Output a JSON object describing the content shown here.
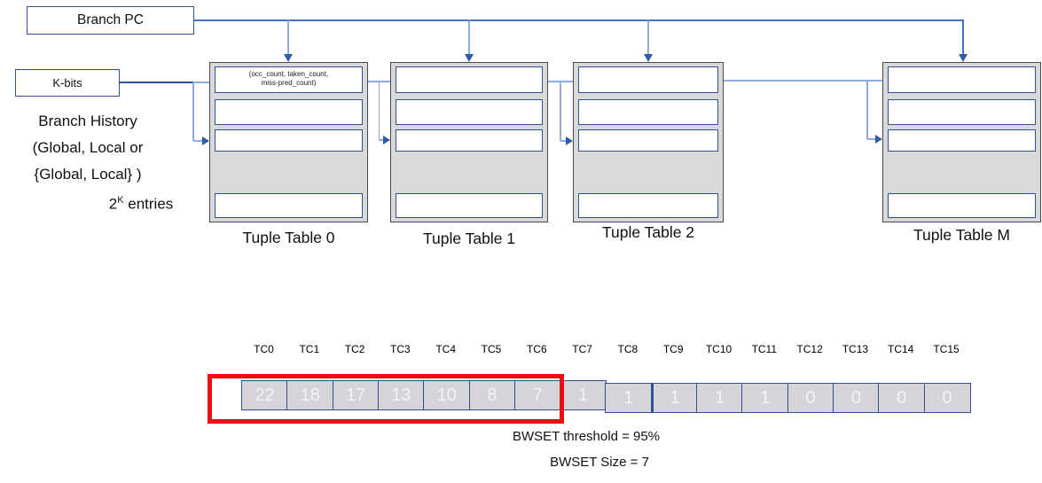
{
  "boxes": {
    "branch_pc": "Branch PC",
    "k_bits": "K-bits"
  },
  "left_labels": {
    "history_line1": "Branch History",
    "history_line2": "(Global, Local or",
    "history_line3": "{Global, Local} )",
    "entries_base": "2",
    "entries_exp": "K",
    "entries_suffix": " entries"
  },
  "tuple_tables": [
    {
      "label": "Tuple Table 0",
      "first_row_line1": "(occ_count, taken_count,",
      "first_row_line2": "miss-pred_count)"
    },
    {
      "label": "Tuple Table 1",
      "first_row_line1": "",
      "first_row_line2": ""
    },
    {
      "label": "Tuple Table 2",
      "first_row_line1": "",
      "first_row_line2": ""
    },
    {
      "label": "Tuple Table M",
      "first_row_line1": "",
      "first_row_line2": ""
    }
  ],
  "tc_strip": {
    "labels": [
      "TC0",
      "TC1",
      "TC2",
      "TC3",
      "TC4",
      "TC5",
      "TC6",
      "TC7",
      "TC8",
      "TC9",
      "TC10",
      "TC11",
      "TC12",
      "TC13",
      "TC14",
      "TC15"
    ],
    "values": [
      "22",
      "18",
      "17",
      "13",
      "10",
      "8",
      "7",
      "1",
      "1",
      "1",
      "1",
      "1",
      "0",
      "0",
      "0",
      "0"
    ],
    "highlight_count": 7
  },
  "captions": {
    "threshold": "BWSET threshold = 95%",
    "size": "BWSET Size = 7"
  },
  "colors": {
    "box_border_navy": "#2E5395",
    "bus_blue": "#4472C4",
    "connector_light_blue": "#8FAADC",
    "arrowhead_blue": "#2F5CA8",
    "table_fill_gray": "#D9D9D9",
    "cell_fill_gray": "#D4D4D9",
    "cell_text": "#F4F4F4",
    "highlight_red": "#EA0E0E",
    "table_border_dark": "#4A4A4A"
  }
}
